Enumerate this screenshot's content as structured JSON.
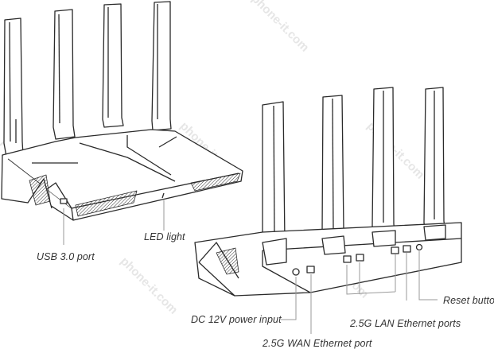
{
  "watermark": "phone-it.com",
  "labels": {
    "led": "LED light",
    "usb": "USB 3.0 port",
    "dc": "DC 12V power input",
    "reset": "Reset button",
    "lan": "2.5G LAN Ethernet ports",
    "wan": "2.5G WAN Ethernet port"
  },
  "colors": {
    "line": "#2a2a2a",
    "leader": "#9a9a9a",
    "text": "#333333"
  }
}
